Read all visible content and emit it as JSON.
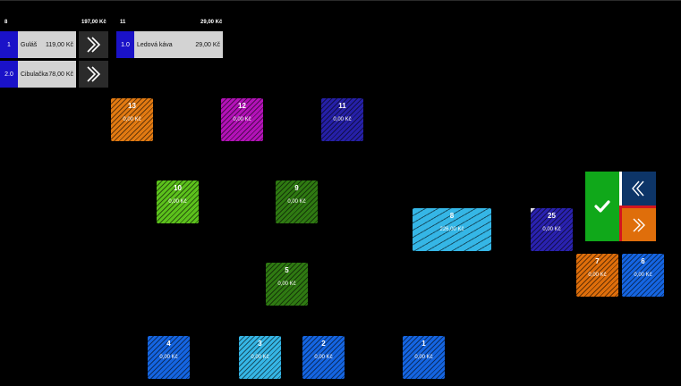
{
  "bills": [
    {
      "table": "8",
      "total": "197,00 Kč",
      "items": [
        {
          "qty": "1",
          "name": "Guláš",
          "price": "119,00 Kč"
        },
        {
          "qty": "2.0",
          "name": "Cibulačka",
          "price": "78,00 Kč"
        }
      ]
    },
    {
      "table": "11",
      "total": "29,00 Kč",
      "items": [
        {
          "qty": "1.0",
          "name": "Ledová káva",
          "price": "29,00 Kč"
        }
      ]
    }
  ],
  "tables": [
    {
      "id": "13",
      "amount": "0,00 Kč",
      "color": "#e27a12"
    },
    {
      "id": "12",
      "amount": "0,00 Kč",
      "color": "#b312b8"
    },
    {
      "id": "11",
      "amount": "0,00 Kč",
      "color": "#2620a8"
    },
    {
      "id": "10",
      "amount": "0,00 Kč",
      "color": "#5cc21c"
    },
    {
      "id": "9",
      "amount": "0,00 Kč",
      "color": "#2f7a12"
    },
    {
      "id": "8",
      "amount": "226,00 Kč",
      "color": "#35b6e6"
    },
    {
      "id": "25",
      "amount": "0,00 Kč",
      "color": "#2a22b0"
    },
    {
      "id": "7",
      "amount": "0,00 Kč",
      "color": "#df6e0b"
    },
    {
      "id": "6",
      "amount": "0,00 Kč",
      "color": "#1565e2"
    },
    {
      "id": "5",
      "amount": "0,00 Kč",
      "color": "#2f7a12"
    },
    {
      "id": "4",
      "amount": "0,00 Kč",
      "color": "#1565e2"
    },
    {
      "id": "3",
      "amount": "0,00 Kč",
      "color": "#35b6e6"
    },
    {
      "id": "2",
      "amount": "0,00 Kč",
      "color": "#1565e2"
    },
    {
      "id": "1",
      "amount": "0,00 Kč",
      "color": "#1565e2"
    }
  ],
  "actions": {
    "confirm_icon": "check-icon",
    "back_icon": "double-chevron-left-icon",
    "forward_icon": "double-chevron-right-icon"
  }
}
